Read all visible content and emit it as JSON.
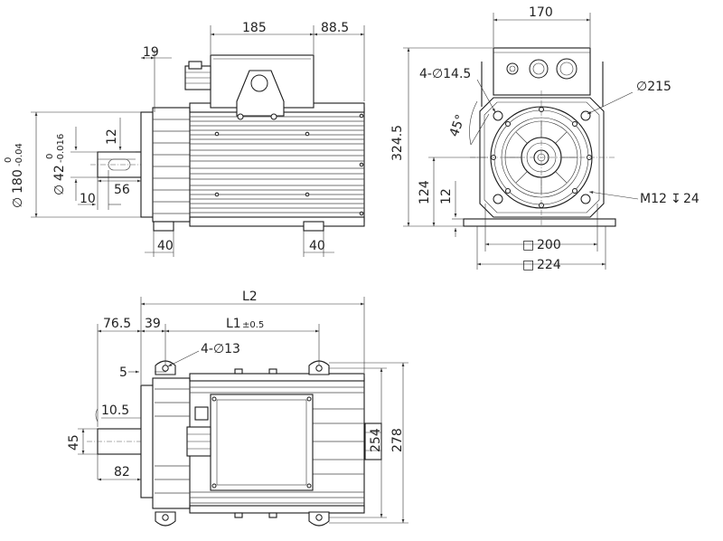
{
  "dimensions": {
    "top_side": {
      "d185": "185",
      "d88_5": "88.5",
      "d19": "19",
      "d12": "12",
      "dia180_prefix": "∅",
      "dia180": "180",
      "dia180_tol_upper": "0",
      "dia180_tol_lower": "-0.04",
      "dia42_prefix": "∅",
      "dia42": "42",
      "dia42_tol_upper": "0",
      "dia42_tol_lower": "-0.016",
      "d56": "56",
      "d10": "10",
      "d40_left": "40",
      "d40_right": "40"
    },
    "end_view": {
      "d170": "170",
      "holes_label": "4-∅14.5",
      "dia215": "∅215",
      "d324_5": "324.5",
      "angle45": "45°",
      "d124": "124",
      "d12": "12",
      "thread": "M12",
      "thread_depth_symbol": "↧",
      "thread_depth": "24",
      "sq200_symbol": "□",
      "sq200": "200",
      "sq224_symbol": "□",
      "sq224": "224"
    },
    "bottom_view": {
      "L2": "L2",
      "d76_5": "76.5",
      "d39": "39",
      "L1": "L1",
      "L1_tol": "±0.5",
      "holes_label": "4-∅13",
      "d5": "5",
      "d10_5": "10.5",
      "d45": "45",
      "d82": "82",
      "d254": "254",
      "d278": "278"
    }
  }
}
